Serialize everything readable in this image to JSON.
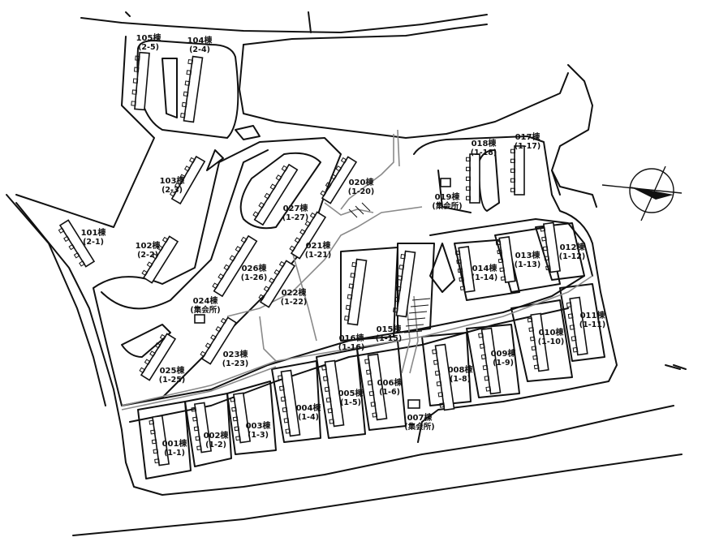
{
  "buildings": [
    {
      "id": "b001",
      "name": "001棟",
      "code": "(1-1)"
    },
    {
      "id": "b002",
      "name": "002棟",
      "code": "(1-2)"
    },
    {
      "id": "b003",
      "name": "003棟",
      "code": "(1-3)"
    },
    {
      "id": "b004",
      "name": "004棟",
      "code": "(1-4)"
    },
    {
      "id": "b005",
      "name": "005棟",
      "code": "(1-5)"
    },
    {
      "id": "b006",
      "name": "006棟",
      "code": "(1-6)"
    },
    {
      "id": "b007",
      "name": "007棟",
      "code": "(集会所)"
    },
    {
      "id": "b008",
      "name": "008棟",
      "code": "(1-8)"
    },
    {
      "id": "b009",
      "name": "009棟",
      "code": "(1-9)"
    },
    {
      "id": "b010",
      "name": "010棟",
      "code": "(1-10)"
    },
    {
      "id": "b011",
      "name": "011棟",
      "code": "(1-11)"
    },
    {
      "id": "b012",
      "name": "012棟",
      "code": "(1-12)"
    },
    {
      "id": "b013",
      "name": "013棟",
      "code": "(1-13)"
    },
    {
      "id": "b014",
      "name": "014棟",
      "code": "(1-14)"
    },
    {
      "id": "b015",
      "name": "015棟",
      "code": "(1-15)"
    },
    {
      "id": "b016",
      "name": "016棟",
      "code": "(1-16)"
    },
    {
      "id": "b017",
      "name": "017棟",
      "code": "(1-17)"
    },
    {
      "id": "b018",
      "name": "018棟",
      "code": "(1-18)"
    },
    {
      "id": "b019",
      "name": "019棟",
      "code": "(集会所)"
    },
    {
      "id": "b020",
      "name": "020棟",
      "code": "(1-20)"
    },
    {
      "id": "b021",
      "name": "021棟",
      "code": "(1-21)"
    },
    {
      "id": "b022",
      "name": "022棟",
      "code": "(1-22)"
    },
    {
      "id": "b023",
      "name": "023棟",
      "code": "(1-23)"
    },
    {
      "id": "b024",
      "name": "024棟",
      "code": "(集会所)"
    },
    {
      "id": "b025",
      "name": "025棟",
      "code": "(1-25)"
    },
    {
      "id": "b026",
      "name": "026棟",
      "code": "(1-26)"
    },
    {
      "id": "b027",
      "name": "027棟",
      "code": "(1-27)"
    },
    {
      "id": "b101",
      "name": "101棟",
      "code": "(2-1)"
    },
    {
      "id": "b102",
      "name": "102棟",
      "code": "(2-2)"
    },
    {
      "id": "b103",
      "name": "103棟",
      "code": "(2-3)"
    },
    {
      "id": "b104",
      "name": "104棟",
      "code": "(2-4)"
    },
    {
      "id": "b105",
      "name": "105棟",
      "code": "(2-5)"
    }
  ]
}
